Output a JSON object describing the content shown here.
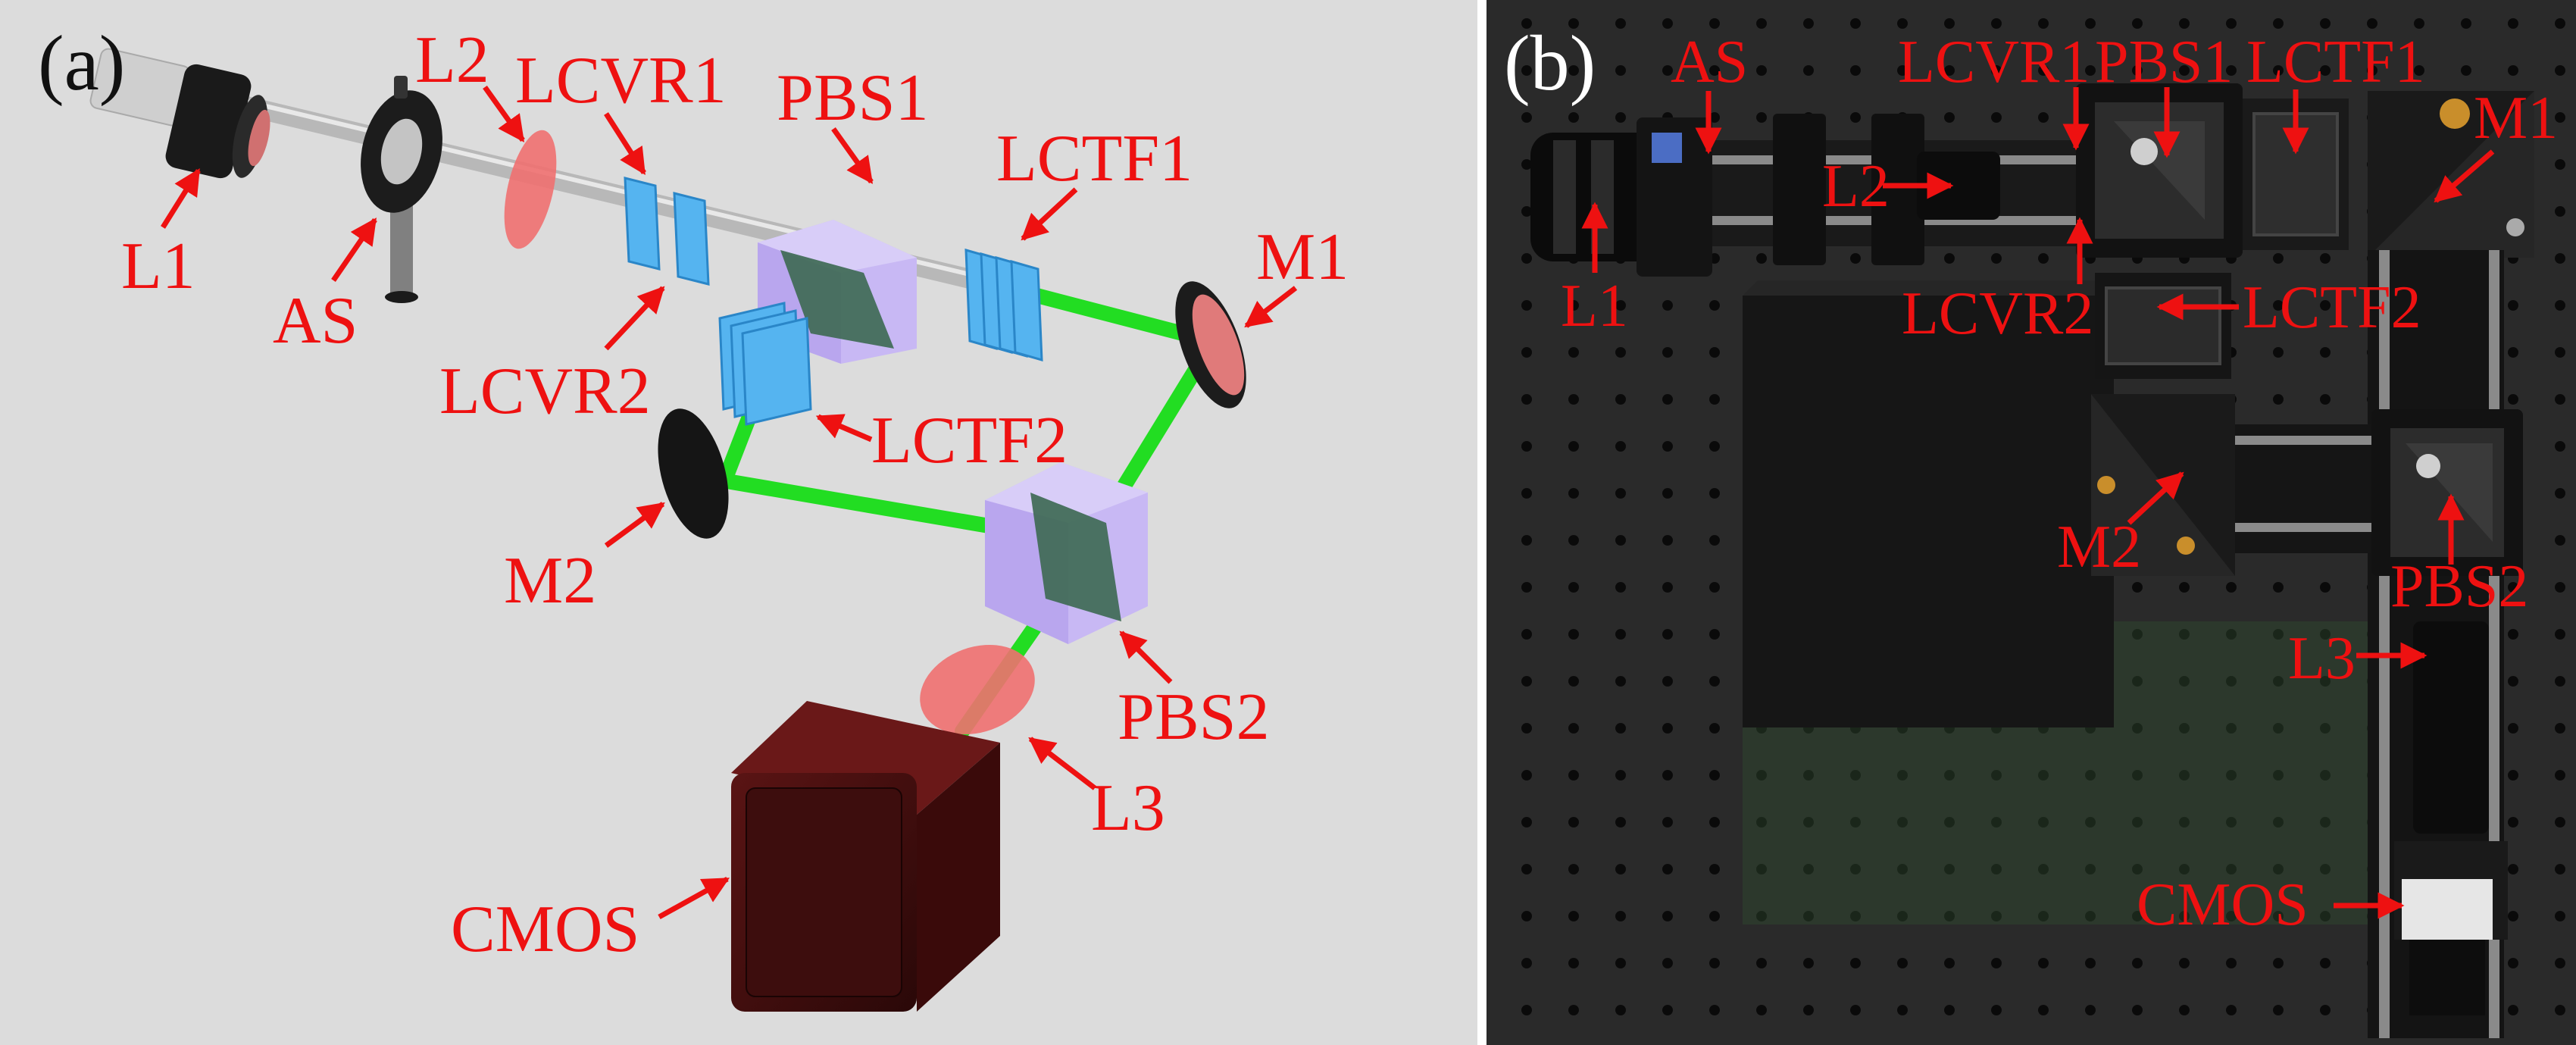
{
  "panels": {
    "a": {
      "tag": "(a)",
      "labels": {
        "L1": "L1",
        "AS": "AS",
        "L2": "L2",
        "LCVR1": "LCVR1",
        "LCVR2": "LCVR2",
        "PBS1": "PBS1",
        "LCTF1": "LCTF1",
        "LCTF2": "LCTF2",
        "M1": "M1",
        "M2": "M2",
        "PBS2": "PBS2",
        "L3": "L3",
        "CMOS": "CMOS"
      }
    },
    "b": {
      "tag": "(b)",
      "labels": {
        "AS": "AS",
        "LCVR1": "LCVR1",
        "PBS1": "PBS1",
        "LCTF1": "LCTF1",
        "M1": "M1",
        "L2": "L2",
        "L1": "L1",
        "LCVR2": "LCVR2",
        "LCTF2": "LCTF2",
        "M2": "M2",
        "PBS2": "PBS2",
        "L3": "L3",
        "CMOS": "CMOS"
      }
    }
  },
  "colors": {
    "label": "#ee1111",
    "beam": "#22dd22",
    "lens": "#f07070",
    "waveplate": "#44aaee",
    "cube": "#c8b8f4",
    "cube_diagonal": "#3f6a55",
    "camera": "#4a1010",
    "panel_a_bg": "#dcdcdc",
    "panel_b_bg": "#2b2b2b"
  }
}
